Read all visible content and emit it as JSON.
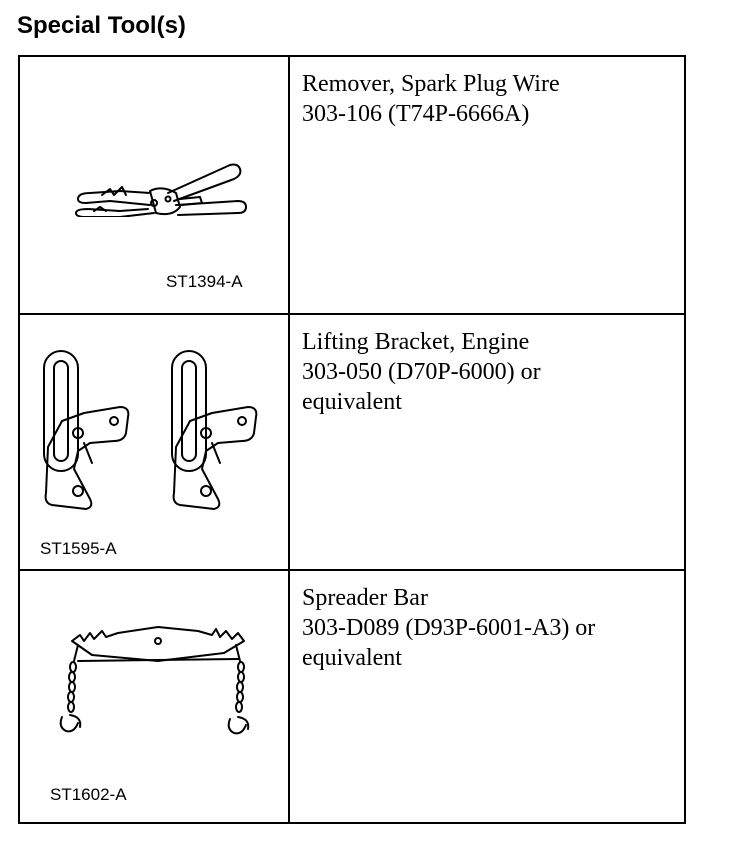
{
  "page": {
    "heading": "Special Tool(s)"
  },
  "tools": [
    {
      "ref": "ST1394-A",
      "lines": [
        "Remover, Spark Plug Wire",
        "303-106 (T74P-6666A)"
      ],
      "illustration": "spark-plug-wire-remover-pliers"
    },
    {
      "ref": "ST1595-A",
      "lines": [
        "Lifting Bracket, Engine",
        "303-050 (D70P-6000) or",
        "equivalent"
      ],
      "illustration": "engine-lifting-brackets"
    },
    {
      "ref": "ST1602-A",
      "lines": [
        "Spreader Bar",
        "303-D089 (D93P-6001-A3) or",
        "equivalent"
      ],
      "illustration": "spreader-bar-with-chains"
    }
  ]
}
